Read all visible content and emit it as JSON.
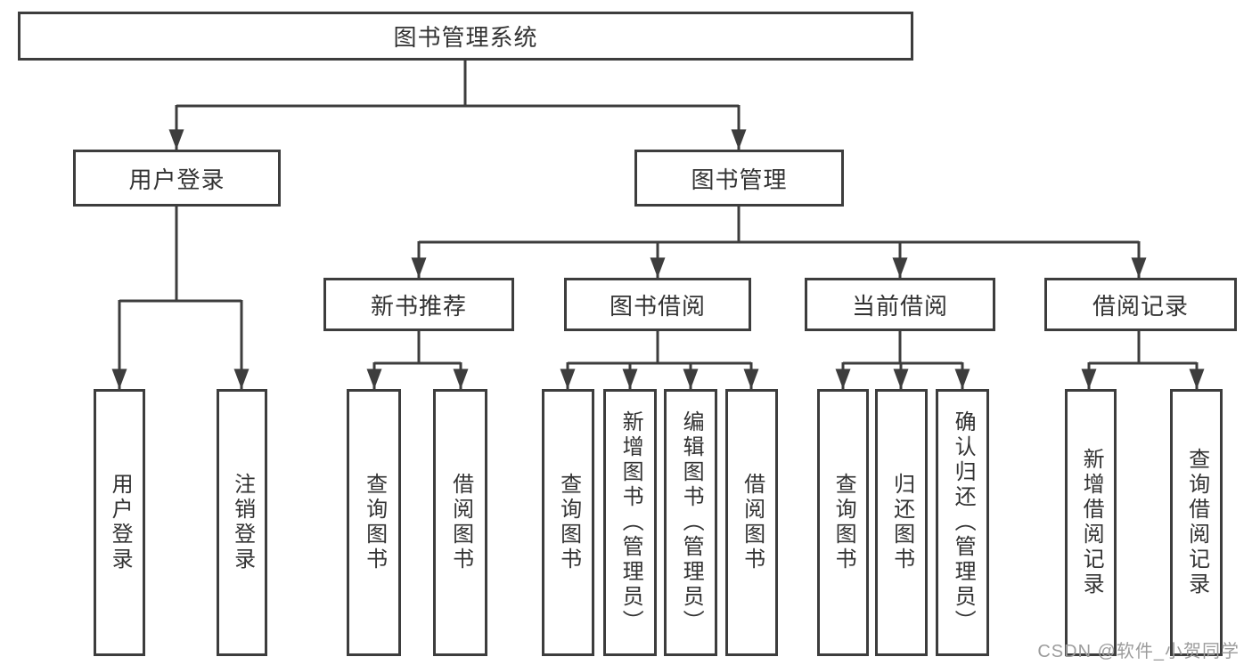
{
  "colors": {
    "background": "#ffffff",
    "line": "#3d3d3d",
    "box_border": "#3d3d3d",
    "text": "#333333",
    "watermark_text": "#9c9c9c"
  },
  "tree": {
    "root": {
      "label": "图书管理系统"
    },
    "branches": [
      {
        "label": "用户登录",
        "children": [
          {
            "label": "用户登录"
          },
          {
            "label": "注销登录"
          }
        ]
      },
      {
        "label": "图书管理",
        "sections": [
          {
            "label": "新书推荐",
            "children": [
              {
                "label": "查询图书"
              },
              {
                "label": "借阅图书"
              }
            ]
          },
          {
            "label": "图书借阅",
            "children": [
              {
                "label": "查询图书"
              },
              {
                "label": "新增图书（管理员）"
              },
              {
                "label": "编辑图书（管理员）"
              },
              {
                "label": "借阅图书"
              }
            ]
          },
          {
            "label": "当前借阅",
            "children": [
              {
                "label": "查询图书"
              },
              {
                "label": "归还图书"
              },
              {
                "label": "确认归还（管理员）"
              }
            ]
          },
          {
            "label": "借阅记录",
            "children": [
              {
                "label": "新增借阅记录"
              },
              {
                "label": "查询借阅记录"
              }
            ]
          }
        ]
      }
    ]
  },
  "watermark": "CSDN @软件_小贺同学"
}
